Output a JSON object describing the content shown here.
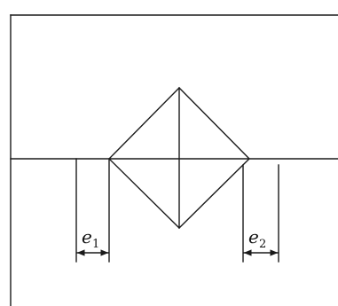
{
  "labels": {
    "e1": {
      "var": "e",
      "sub": "1"
    },
    "e2": {
      "var": "e",
      "sub": "2"
    }
  },
  "colors": {
    "stroke": "#1a1a1a",
    "background": "#ffffff"
  }
}
